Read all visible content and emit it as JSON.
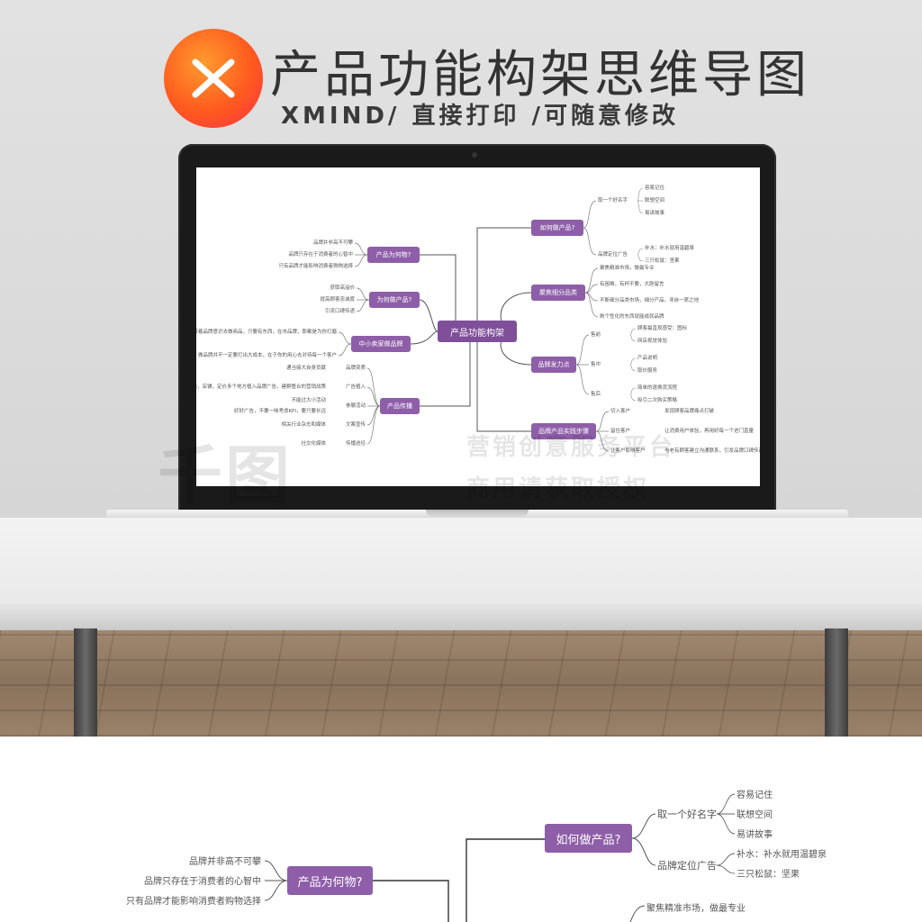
{
  "header": {
    "title": "产品功能构架思维导图",
    "subtitle": "XMIND/ 直接打印 /可随意修改"
  },
  "brand": {
    "logo_icon": "x-icon",
    "accent": "#ff5a1f",
    "node_color": "#8e5ea8"
  },
  "mindmap": {
    "root": "产品功能构架",
    "right": [
      {
        "label": "如何做产品?",
        "children": [
          {
            "label": "取一个好名字",
            "children": [
              "容易记住",
              "联想空间",
              "易讲故事"
            ]
          },
          {
            "label": "品牌定位广告",
            "children": [
              "补水：补水就用温碧泉",
              "三只松鼠：坚果"
            ]
          }
        ]
      },
      {
        "label": "聚焦细分品类",
        "children": [
          "聚焦精准市场，做最专业",
          "有困难，有杯不要，大胆留言",
          "不断细分品类市场，细分产品，寻自一席之地",
          "刷个性化的东西就能成就品牌"
        ]
      },
      {
        "label": "品牌发力点",
        "children": [
          {
            "label": "售前",
            "children": [
              "顾客最直观感受：图标",
              "网店视觉体验"
            ]
          },
          {
            "label": "售中",
            "children": [
              "产品说明",
              "取价服务"
            ]
          },
          {
            "label": "售后",
            "children": [
              "简单的退换货流程",
              "吸引二次购买策略"
            ]
          }
        ]
      },
      {
        "label": "品牌产品实践步骤",
        "children": [
          "切入客户",
          "留住客户",
          "让客户影响客户"
        ],
        "notes": [
          "发现顾客品牌痛点打破",
          "让消费用户体验，再用好每一个进门直量",
          "与老有顾客建立沟通联系，引发品牌口碑传递"
        ]
      }
    ],
    "left": [
      {
        "label": "产品为何物?",
        "children": [
          "品牌并非高不可攀",
          "品牌只存在于消费者的心智中",
          "只有品牌才能影响消费者购物选择"
        ]
      },
      {
        "label": "为何做产品?",
        "children": [
          "获取高溢价",
          "提高顾客忠诚度",
          "引流口碑传递"
        ]
      },
      {
        "label": "中小卖家做品牌",
        "children": [
          "带着品牌意识去做商品，只要有东西，在市品牌，那都是为你打磨",
          "做品牌并不一定要打出大成本，在于你的用心去对待每一个客户"
        ]
      },
      {
        "label": "产品传播",
        "children": [
          {
            "label": "品牌资质",
            "children": [
              "通当接大自身贡献"
            ]
          },
          {
            "label": "广告植入",
            "children": [
              "从包装，店铺，定价多个地方植入品牌广告，建群整合的营销战策"
            ]
          },
          {
            "label": "参展活动",
            "children": [
              "不能过大小活动",
              "好好广告，不要一味考虑KPI，要只要长远"
            ]
          },
          {
            "label": "文案宣传",
            "children": [
              "相关行业杂志和媒体"
            ]
          },
          {
            "label": "传播途径",
            "children": [
              "社交化媒体"
            ]
          }
        ]
      }
    ]
  },
  "watermark": {
    "logo_text": "千图",
    "line1": "营销创意服务平台",
    "line2": "商用请获取授权"
  }
}
